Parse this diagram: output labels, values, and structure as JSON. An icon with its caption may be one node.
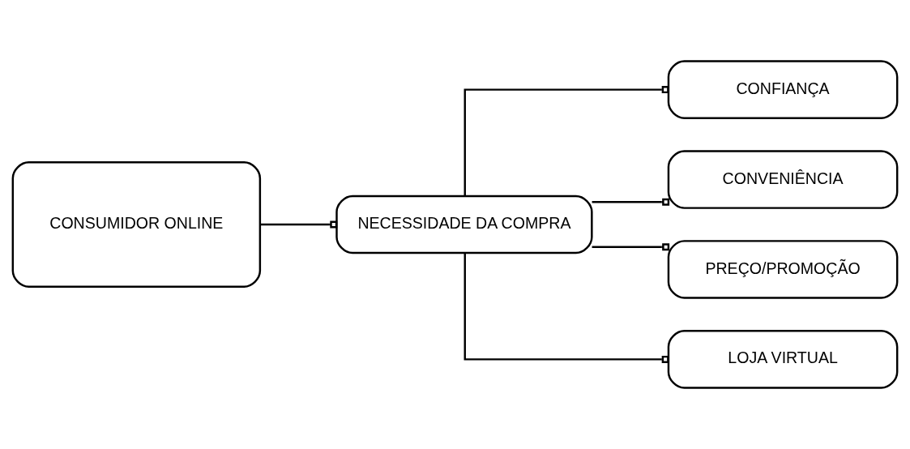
{
  "diagram": {
    "nodes": [
      {
        "text": [
          "CONSUMIDOR ONLINE"
        ]
      },
      {
        "text": [
          "NECESSIDADE DA COMPRA"
        ]
      },
      {
        "text": [
          "CONFIANÇA"
        ]
      },
      {
        "text": [
          "CONVENIÊNCIA"
        ]
      },
      {
        "text": [
          "PREÇO/PROMOÇÃO"
        ]
      },
      {
        "text": [
          "LOJA VIRTUAL"
        ]
      }
    ],
    "edges": [
      {
        "from": 0,
        "to": 1,
        "arrow": "other"
      },
      {
        "from": 1,
        "to": 2,
        "arrow": "other"
      },
      {
        "from": 1,
        "to": 3,
        "arrow": "other"
      },
      {
        "from": 1,
        "to": 4,
        "arrow": "other"
      },
      {
        "from": 1,
        "to": 5,
        "arrow": "other"
      }
    ]
  }
}
